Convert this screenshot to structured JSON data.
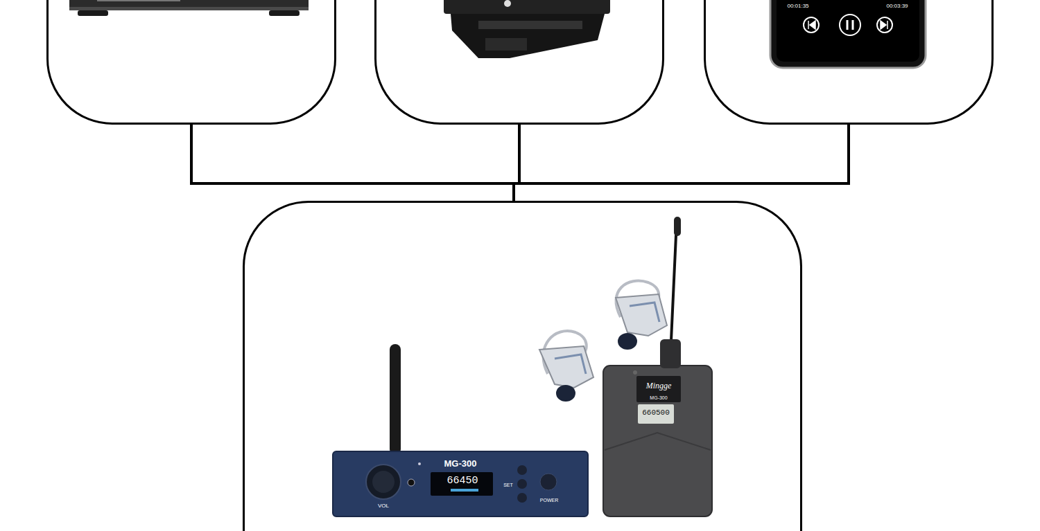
{
  "diagram": {
    "nodes": [
      {
        "text": []
      },
      {
        "text": []
      },
      {
        "text": [
          "00:01:35",
          "00:03:39"
        ]
      },
      {
        "text": [
          "MG-300",
          "66450",
          "VOL",
          "SET",
          "POWER",
          "Mingge",
          "MG-300",
          "660500"
        ]
      }
    ],
    "edges": [
      {
        "from": 0,
        "to": 3,
        "arrow": "none"
      },
      {
        "from": 1,
        "to": 3,
        "arrow": "none"
      },
      {
        "from": 2,
        "to": 3,
        "arrow": "none"
      }
    ]
  }
}
